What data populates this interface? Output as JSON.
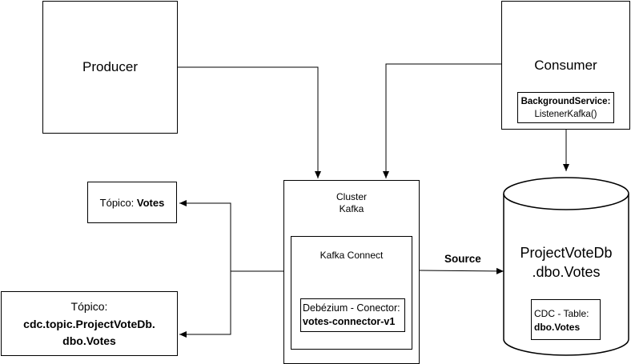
{
  "producer": {
    "label": "Producer"
  },
  "consumer": {
    "label": "Consumer",
    "service_label": "BackgroundService:",
    "service_method": "ListenerKafka()"
  },
  "cluster": {
    "line1": "Cluster",
    "line2": "Kafka",
    "connect_label": "Kafka Connect",
    "connector_line1": "Debézium - Conector:",
    "connector_line2": "votes-connector-v1"
  },
  "topic_votes": {
    "prefix": "Tópico: ",
    "name": "Votes"
  },
  "topic_cdc": {
    "line1": "Tópico:",
    "line2": "cdc.topic.ProjectVoteDb.",
    "line3": "dbo.Votes"
  },
  "source_label": "Source",
  "database": {
    "line1": "ProjectVoteDb",
    "line2": ".dbo.Votes",
    "cdc_line1": "CDC - Table:",
    "cdc_line2": "dbo.Votes"
  },
  "colors": {
    "stroke": "#000000",
    "background": "#ffffff"
  }
}
